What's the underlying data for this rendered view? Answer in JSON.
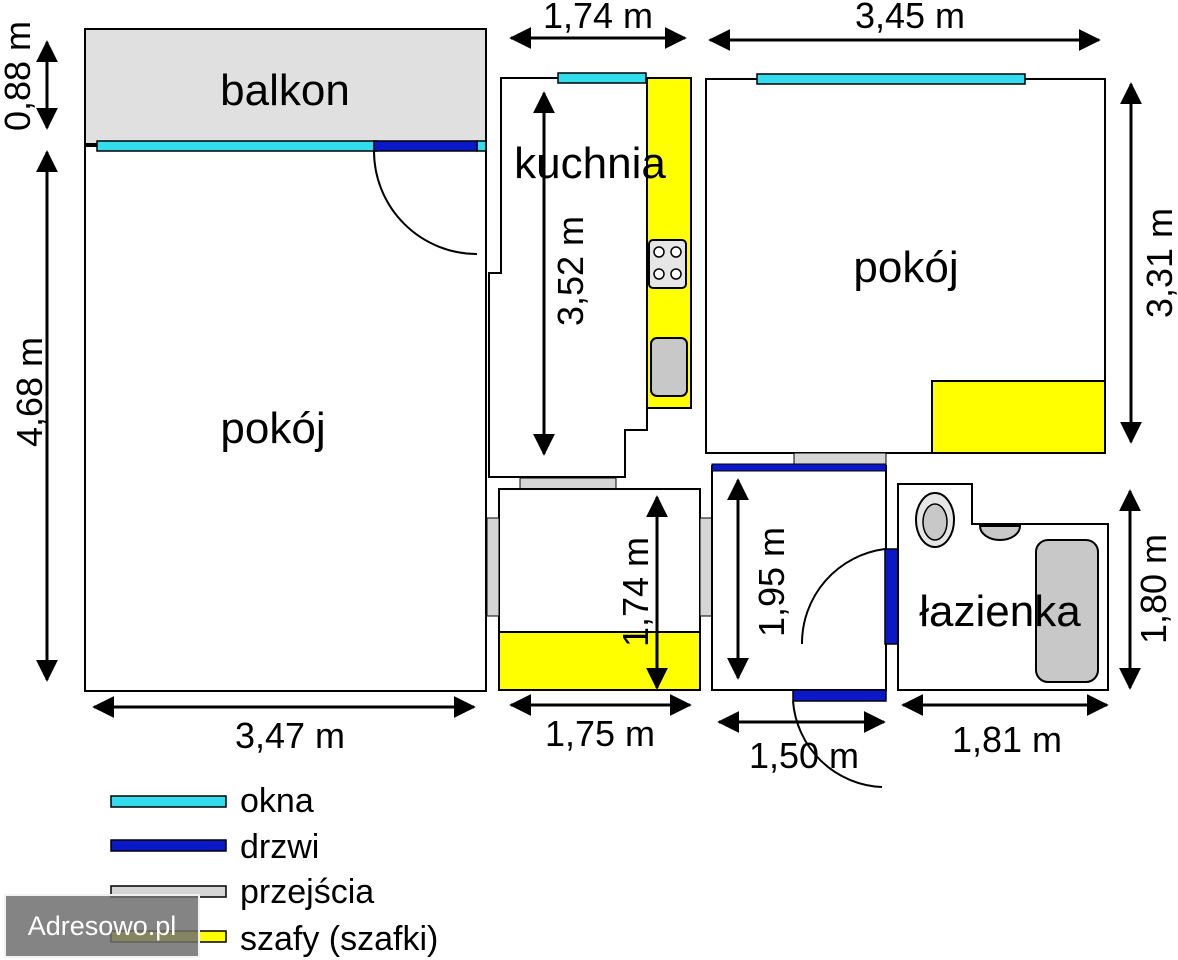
{
  "colors": {
    "window": "#33ddee",
    "door": "#0a18c8",
    "passage": "#d6d6d6",
    "cabinet": "#ffff00",
    "balcony": "#e0e0e0",
    "wall": "#000000"
  },
  "rooms": {
    "balcony": "balkon",
    "kitchen": "kuchnia",
    "room_left": "pokój",
    "room_right": "pokój",
    "bathroom": "łazienka"
  },
  "dimensions": {
    "balcony_height": "0,88 m",
    "left_room_height": "4,68 m",
    "left_room_width": "3,47 m",
    "kitchen_width": "1,74 m",
    "kitchen_height": "3,52 m",
    "right_room_width": "3,45 m",
    "right_room_height": "3,31 m",
    "closet_height": "1,74 m",
    "closet_width": "1,75 m",
    "hall_height": "1,95 m",
    "hall_width": "1,50 m",
    "bathroom_height": "1,80 m",
    "bathroom_width": "1,81 m"
  },
  "legend": {
    "windows": "okna",
    "doors": "drzwi",
    "passages": "przejścia",
    "cabinets": "szafy (szafki)"
  },
  "watermark": "Adresowo.pl"
}
